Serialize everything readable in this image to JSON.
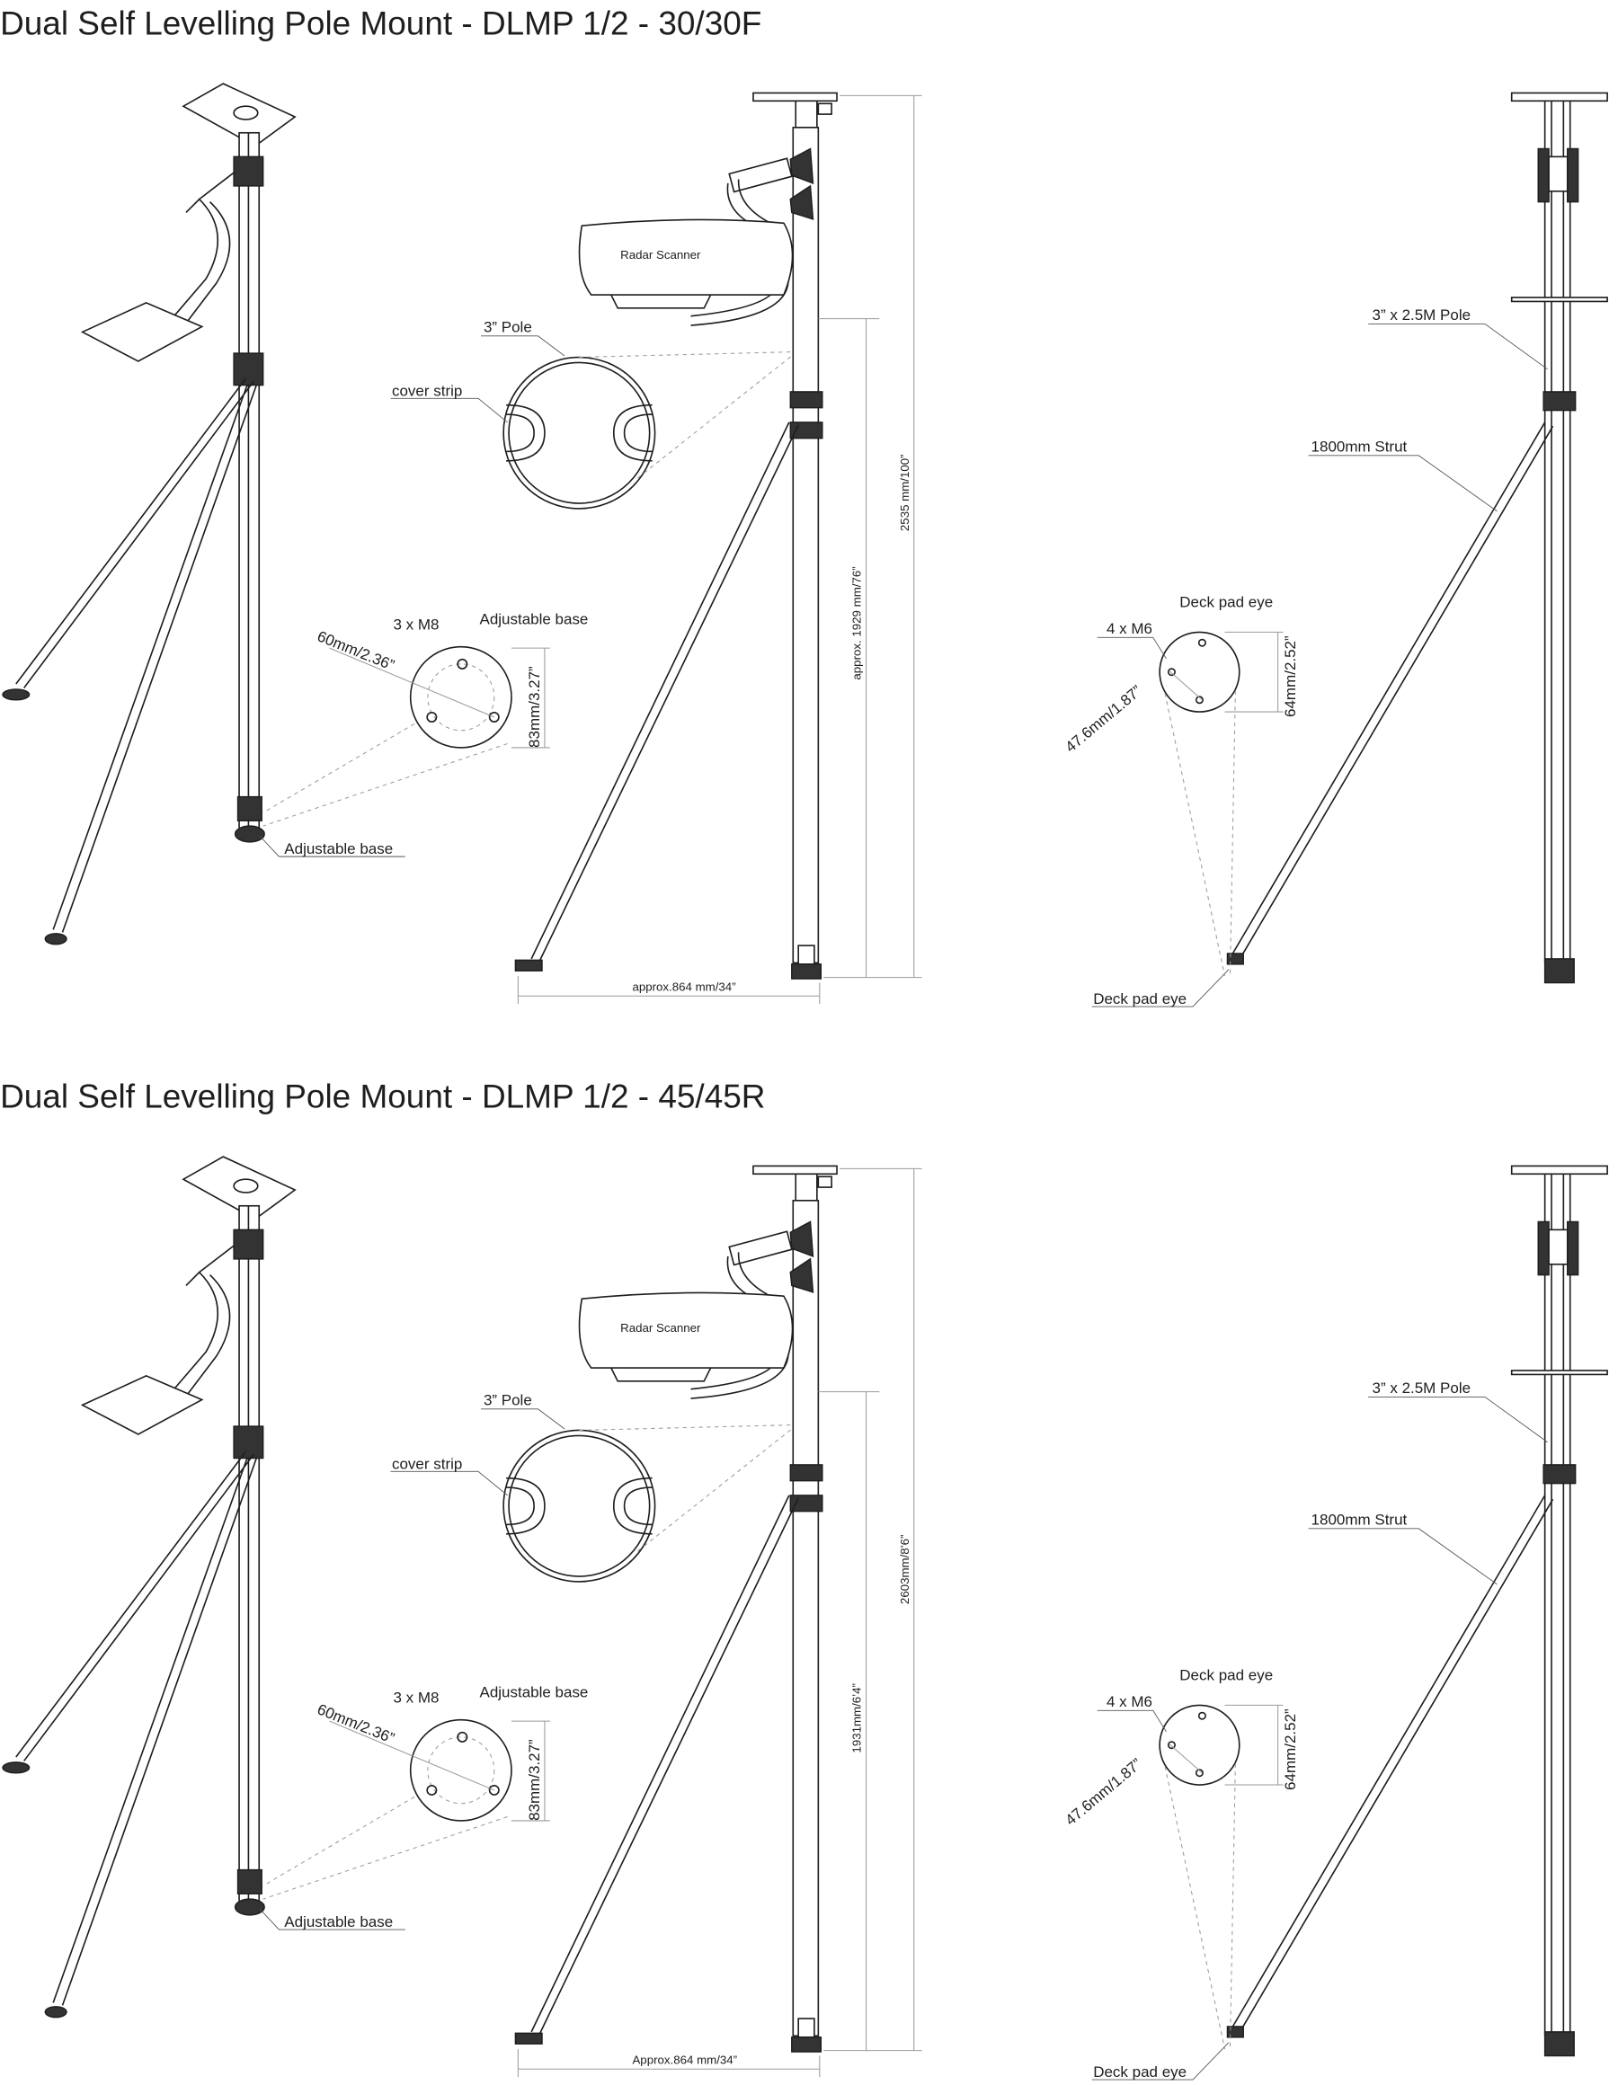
{
  "sections": [
    {
      "title": "Dual Self Levelling Pole Mount - DLMP 1/2 - 30/30F",
      "radar_label": "Radar Scanner",
      "pole_label": "3” Pole",
      "cover_strip_label": "cover strip",
      "bolts_label": "3 x M8",
      "adjustable_base_detail_label": "Adjustable base",
      "base_diameter_label": "60mm/2.36”",
      "base_height_label": "83mm/3.27”",
      "adjustable_base_label": "Adjustable base",
      "height_inner_label": "approx. 1929 mm/76”",
      "height_total_label": "2535 mm/100”",
      "width_label": "approx.864 mm/34”",
      "side_pole_label": "3” x 2.5M Pole",
      "strut_label": "1800mm Strut",
      "deck_pad_detail_label": "Deck pad eye",
      "pad_bolts_label": "4 x M6",
      "pad_height_label": "64mm/2.52”",
      "pad_diameter_label": "47.6mm/1.87”",
      "deck_pad_label": "Deck pad eye"
    },
    {
      "title": "Dual Self Levelling Pole Mount - DLMP 1/2 - 45/45R",
      "radar_label": "Radar Scanner",
      "pole_label": "3” Pole",
      "cover_strip_label": "cover strip",
      "bolts_label": "3 x M8",
      "adjustable_base_detail_label": "Adjustable base",
      "base_diameter_label": "60mm/2.36”",
      "base_height_label": "83mm/3.27”",
      "adjustable_base_label": "Adjustable base",
      "height_inner_label": "1931mm/6’4”",
      "height_total_label": "2603mm/8’6”",
      "width_label": "Approx.864 mm/34”",
      "side_pole_label": "3” x 2.5M Pole",
      "strut_label": "1800mm Strut",
      "deck_pad_detail_label": "Deck pad eye",
      "pad_bolts_label": "4 x M6",
      "pad_height_label": "64mm/2.52”",
      "pad_diameter_label": "47.6mm/1.87”",
      "deck_pad_label": "Deck pad eye"
    }
  ]
}
